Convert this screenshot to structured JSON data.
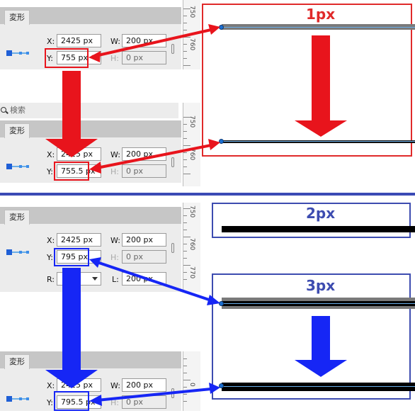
{
  "labels": {
    "tab": "変形",
    "x": "X:",
    "y": "Y:",
    "w": "W:",
    "h": "H:",
    "r": "R:",
    "l": "L:",
    "search_placeholder": "検索"
  },
  "panels": [
    {
      "x": "2425 px",
      "y": "755 px",
      "w": "200 px",
      "h": "0 px"
    },
    {
      "x": "2425 px",
      "y": "755.5 px",
      "w": "200 px",
      "h": "0 px"
    },
    {
      "x": "2425 px",
      "y": "795 px",
      "w": "200 px",
      "h": "0 px",
      "l": "200 px"
    },
    {
      "x": "2425 px",
      "y": "795.5 px",
      "w": "200 px",
      "h": "0 px"
    }
  ],
  "ruler_labels": {
    "p1": [
      "750",
      "760"
    ],
    "p2": [
      "750",
      "760"
    ],
    "p3": [
      "750",
      "760",
      "770"
    ],
    "p4": [
      "0"
    ]
  },
  "callouts": {
    "c1": "1px",
    "c2": "2px",
    "c3": "3px"
  },
  "colors": {
    "red": "#e8141c",
    "blue": "#1626f5",
    "callout_red": "#e02a2a",
    "callout_blue": "#3d4cb0"
  },
  "icons": [
    "search-icon",
    "link-chain-icon",
    "anchor-point-icon",
    "down-arrow",
    "dropdown-arrow"
  ]
}
